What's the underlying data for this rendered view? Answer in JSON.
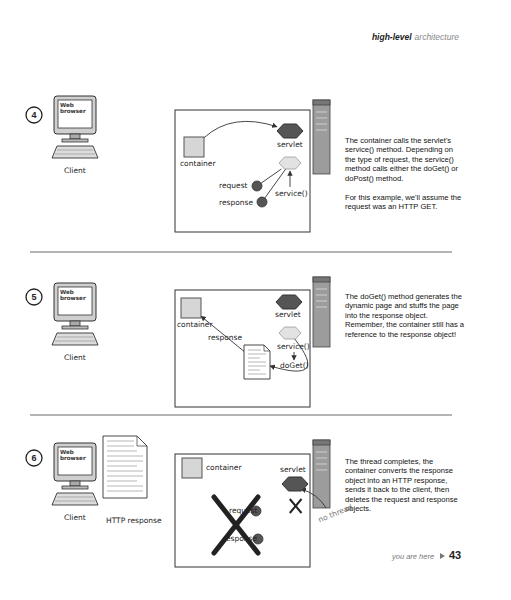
{
  "diagram": {
    "nodes": [
      {
        "text": [
          "Web browser",
          "Client"
        ]
      },
      {
        "text": [
          "container"
        ]
      },
      {
        "text": [
          "servlet"
        ]
      },
      {
        "text": [
          "service()"
        ]
      },
      {
        "text": [
          "request"
        ]
      },
      {
        "text": [
          "response"
        ]
      },
      {
        "text": [
          "Web browser",
          "Client"
        ]
      },
      {
        "text": [
          "container"
        ]
      },
      {
        "text": [
          "servlet"
        ]
      },
      {
        "text": [
          "service()",
          "doGet()"
        ]
      },
      {
        "text": [
          "response"
        ]
      },
      {
        "text": [
          "Web browser",
          "Client"
        ]
      },
      {
        "text": [
          "HTTP response"
        ]
      },
      {
        "text": [
          "container"
        ]
      },
      {
        "text": [
          "servlet"
        ]
      },
      {
        "text": [
          "request"
        ]
      },
      {
        "text": [
          "response"
        ]
      }
    ],
    "edges": [
      {
        "from": 1,
        "to": 2,
        "arrow": "to"
      },
      {
        "from": 4,
        "to": 3,
        "arrow": "none"
      },
      {
        "from": 5,
        "to": 3,
        "arrow": "none"
      },
      {
        "from": 10,
        "to": 7,
        "arrow": "to"
      },
      {
        "from": 9,
        "to": 10,
        "arrow": "to"
      }
    ],
    "labels": [
      "high-level",
      "architecture",
      "4",
      "The container calls the servlet's service() method. Depending on the type of request, the service() method calls either the doGet() or doPost() method.",
      "For this example, we'll assume the request was an HTTP GET.",
      "5",
      "The doGet() method generates the dynamic page and stuffs the page into the response object. Remember, the container still has a reference to the response object!",
      "6",
      "The thread completes, the container converts the response object into an HTTP response, sends it back to the client, then deletes the request and response objects.",
      "no thread",
      "you are here",
      "43"
    ]
  }
}
